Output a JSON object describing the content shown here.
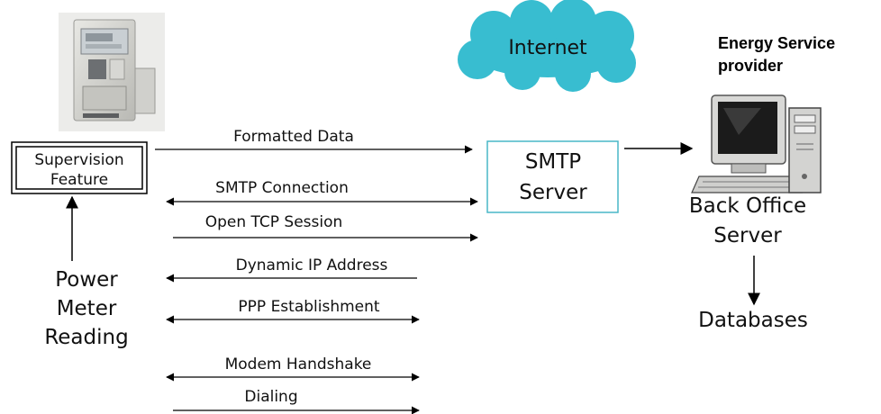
{
  "supervision_box": {
    "line1": "Supervision",
    "line2": "Feature"
  },
  "power_meter_label": {
    "line1": "Power",
    "line2": "Meter",
    "line3": "Reading"
  },
  "internet_cloud": {
    "label": "Internet"
  },
  "smtp_server": {
    "line1": "SMTP",
    "line2": "Server"
  },
  "energy_provider": {
    "line1": "Energy Service",
    "line2": "provider"
  },
  "back_office": {
    "line1": "Back Office",
    "line2": "Server"
  },
  "databases": {
    "label": "Databases"
  },
  "messages": [
    {
      "label": "Formatted Data",
      "direction": "right"
    },
    {
      "label": "SMTP Connection",
      "direction": "both"
    },
    {
      "label": "Open TCP Session",
      "direction": "right"
    },
    {
      "label": "Dynamic IP Address",
      "direction": "left"
    },
    {
      "label": "PPP Establishment",
      "direction": "both"
    },
    {
      "label": "Modem Handshake",
      "direction": "both"
    },
    {
      "label": "Dialing",
      "direction": "right"
    }
  ],
  "colors": {
    "cloud": "#38bdd0",
    "smtp_border": "#49b7c7",
    "line": "#000000",
    "text": "#111111"
  },
  "icons": [
    "power-meter-icon",
    "computer-icon",
    "cloud-icon"
  ]
}
